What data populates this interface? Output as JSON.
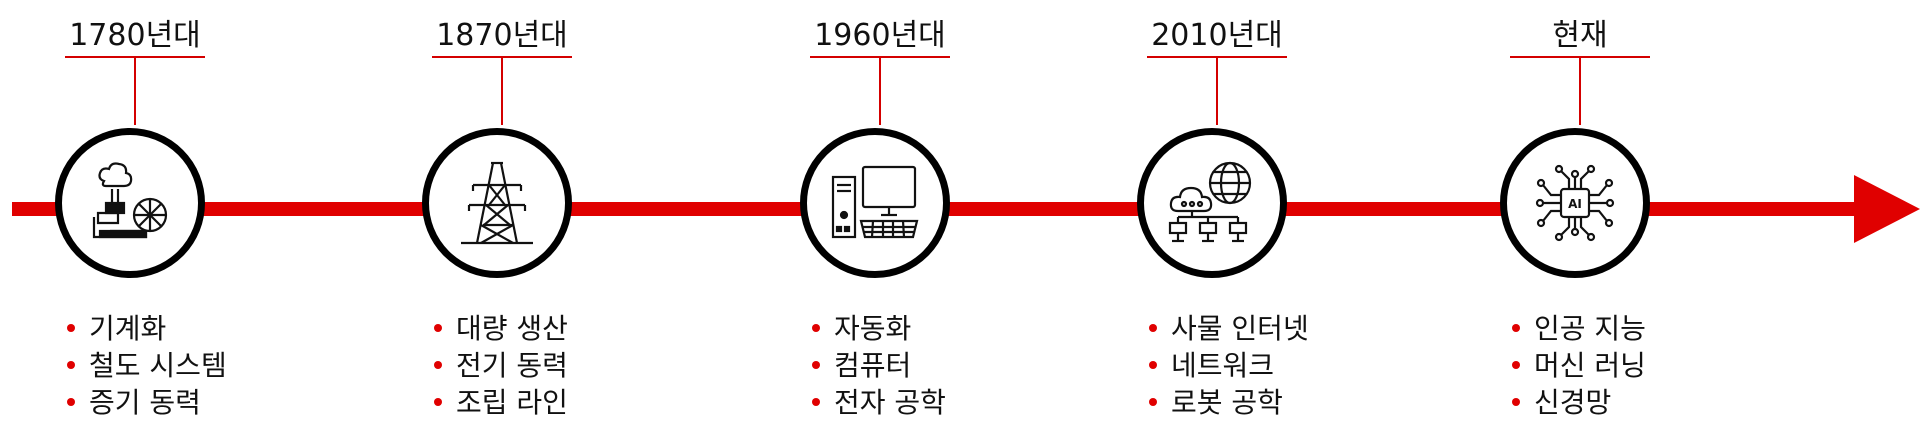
{
  "timeline": {
    "accent_color": "#e00000",
    "eras": [
      {
        "title": "1780년대",
        "icon": "steam-engine-icon",
        "items": [
          "기계화",
          "철도 시스템",
          "증기 동력"
        ]
      },
      {
        "title": "1870년대",
        "icon": "power-tower-icon",
        "items": [
          "대량 생산",
          "전기 동력",
          "조립 라인"
        ]
      },
      {
        "title": "1960년대",
        "icon": "computer-icon",
        "items": [
          "자동화",
          "컴퓨터",
          "전자 공학"
        ]
      },
      {
        "title": "2010년대",
        "icon": "cloud-network-icon",
        "items": [
          "사물 인터넷",
          "네트워크",
          "로봇 공학"
        ]
      },
      {
        "title": "현재",
        "icon": "ai-chip-icon",
        "items": [
          "인공 지능",
          "머신 러닝",
          "신경망"
        ]
      }
    ]
  }
}
